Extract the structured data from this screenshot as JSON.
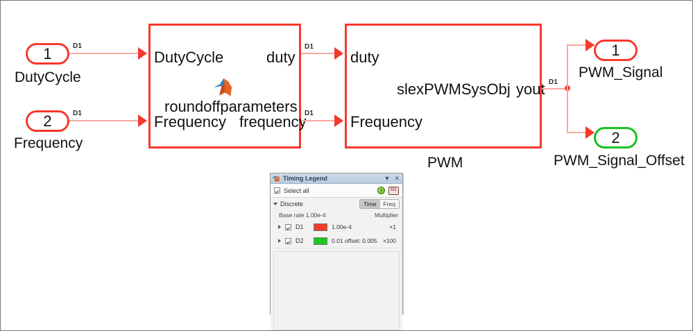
{
  "diagram": {
    "title": "slexPWMSysObj Simulink model",
    "colors": {
      "signal": "#f7a8a0",
      "arrow": "#f5392b",
      "block_border": "#f5392b",
      "port_border_red": "#f5392b",
      "port_border_green": "#19c11e",
      "canvas_border": "#787878"
    },
    "inports": [
      {
        "number": "1",
        "name": "DutyCycle",
        "signal_label": "D1",
        "border": "red"
      },
      {
        "number": "2",
        "name": "Frequency",
        "signal_label": "D1",
        "border": "red"
      }
    ],
    "outports": [
      {
        "number": "1",
        "name": "PWM_Signal",
        "border": "red"
      },
      {
        "number": "2",
        "name": "PWM_Signal_Offset",
        "border": "green"
      }
    ],
    "blocks": [
      {
        "id": "roundoffparameters",
        "label": "roundoffparameters",
        "icon": "matlab-membrane-icon",
        "inputs": [
          "DutyCycle",
          "Frequency"
        ],
        "outputs": [
          "duty",
          "frequency"
        ],
        "output_labels": [
          "D1",
          "D1"
        ]
      },
      {
        "id": "pwm",
        "label": "slexPWMSysObj",
        "caption": "PWM",
        "inputs": [
          "duty",
          "Frequency"
        ],
        "outputs": [
          "yout"
        ],
        "output_labels": [
          "D1"
        ]
      }
    ],
    "signal_labels": {
      "pwm_out": "D1"
    }
  },
  "legend": {
    "window_title": "Timing Legend",
    "title_icon": "timing-legend-icon",
    "buttons": {
      "options": "▼",
      "close": "✕"
    },
    "select_all": {
      "label": "Select all",
      "checked": true
    },
    "toolbar_icons": [
      "sample-time-clock-icon",
      "annotate-d1-icon"
    ],
    "group": {
      "name": "Discrete",
      "expanded": true,
      "base_rate_label": "Base rate 1.00e-4",
      "multiplier_header": "Multiplier",
      "view_toggle": {
        "options": [
          "Time",
          "Freq"
        ],
        "selected": "Time"
      }
    },
    "rows": [
      {
        "id": "D1",
        "checked": true,
        "color": "#f03b28",
        "value": "1.00e-4",
        "multiplier": "×1"
      },
      {
        "id": "D2",
        "checked": true,
        "color": "#1bc81b",
        "value": "0.01 offset: 0.005",
        "multiplier": "×100"
      }
    ]
  }
}
